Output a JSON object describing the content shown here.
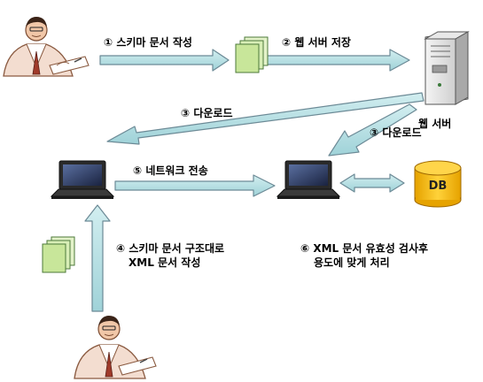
{
  "steps": {
    "s1": "① 스키마 문서 작성",
    "s2": "② 웹 서버 저장",
    "s3a": "③ 다운로드",
    "s3b": "③ 다운로드",
    "s4_line1": "④ 스키마 문서 구조대로",
    "s4_line2": "XML 문서 작성",
    "s5": "⑤ 네트워크 전송",
    "s6_line1": "⑥ XML 문서 유효성 검사후",
    "s6_line2": "용도에 맞게 처리"
  },
  "nodes": {
    "web_server": "웹 서버",
    "db": "DB"
  },
  "colors": {
    "arrow_fill": "#b3dfe3",
    "arrow_stroke": "#6c8a96",
    "document": "#c8e69a",
    "db": "#f2b705"
  }
}
